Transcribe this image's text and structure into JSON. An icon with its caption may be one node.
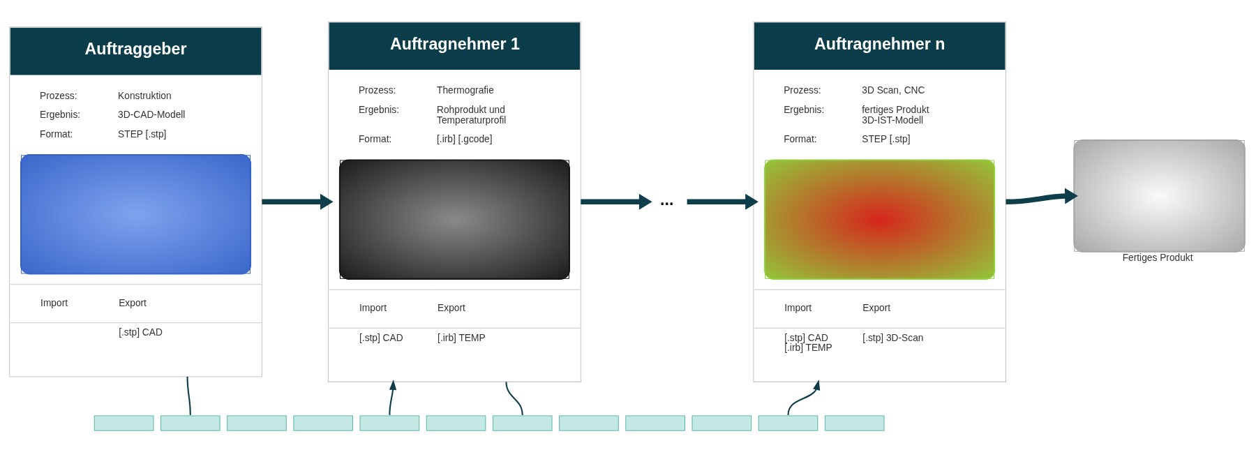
{
  "diagram": {
    "nodes": [
      {
        "text": [
          "Auftraggeber",
          "Prozess:",
          "Konstruktion",
          "Ergebnis:",
          "3D-CAD-Modell",
          "Format:",
          "STEP [.stp]",
          "Import",
          "Export",
          "[.stp] CAD"
        ]
      },
      {
        "text": [
          "Auftragnehmer 1",
          "Prozess:",
          "Thermografie",
          "Ergebnis:",
          "Rohprodukt und Temperaturprofil",
          "Format:",
          "[.irb] [.gcode]",
          "Import",
          "Export",
          "[.stp] CAD",
          "[.irb] TEMP"
        ]
      },
      {
        "text": [
          "..."
        ]
      },
      {
        "text": [
          "Auftragnehmer n",
          "Prozess:",
          "3D Scan, CNC",
          "Ergebnis:",
          "fertiges Produkt 3D-IST-Modell",
          "Format:",
          "STEP [.stp]",
          "Import",
          "Export",
          "[.stp] CAD [.irb] TEMP",
          "[.stp] 3D-Scan"
        ]
      },
      {
        "text": [],
        "shape": "picture",
        "beside": [
          "Fertiges Produkt"
        ]
      },
      {
        "text": [],
        "shape": "bar"
      }
    ],
    "edges": [
      {
        "from": 0,
        "to": 1,
        "arrow": "to",
        "style": "thick"
      },
      {
        "from": 1,
        "to": 2,
        "arrow": "to",
        "style": "thick"
      },
      {
        "from": 2,
        "to": 3,
        "arrow": "to",
        "style": "thick"
      },
      {
        "from": 3,
        "to": 4,
        "arrow": "to",
        "style": "thick"
      },
      {
        "from": 0,
        "to": 5,
        "arrow": "none"
      },
      {
        "from": 5,
        "to": 1,
        "arrow": "to"
      },
      {
        "from": 1,
        "to": 5,
        "arrow": "none"
      },
      {
        "from": 5,
        "to": 3,
        "arrow": "to"
      }
    ]
  }
}
